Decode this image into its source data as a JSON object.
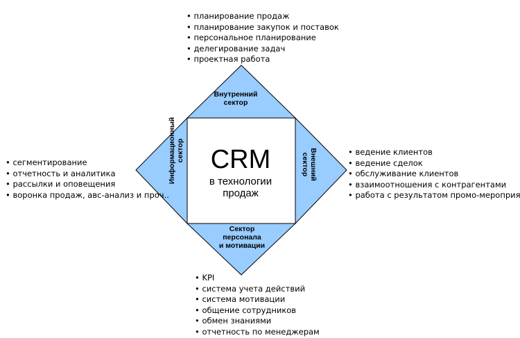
{
  "center": {
    "title": "CRM",
    "subtitle_line1": "в технологии",
    "subtitle_line2": "продаж"
  },
  "sectors": {
    "top": {
      "line1": "Внутренний",
      "line2": "сектор"
    },
    "left": {
      "line1": "Информационный",
      "line2": "сектор"
    },
    "right": {
      "line1": "Внешний",
      "line2": "сектор"
    },
    "bottom": {
      "line1": "Сектор",
      "line2": "персонала",
      "line3": "и мотивации"
    }
  },
  "lists": {
    "top": [
      "планирование продаж",
      "планирование закупок и поставок",
      "персональное планирование",
      "делегирование задач",
      "проектная работа"
    ],
    "left": [
      "сегментирование",
      "отчетность и аналитика",
      "рассылки и оповещения",
      "воронка продаж, авс-анализ и проч.."
    ],
    "right": [
      "ведение клиентов",
      "ведение сделок",
      "обслуживание клиентов",
      "взаимоотношения с контрагентами",
      "работа с результатом промо-мероприятий"
    ],
    "bottom": [
      "KPI",
      "система учета действий",
      "система мотивации",
      "общение сотрудников",
      "обмен знаниями",
      "отчетность по менеджерам"
    ]
  },
  "colors": {
    "sector_fill": "#99ccff",
    "outline": "#000000",
    "center_fill": "#ffffff"
  }
}
